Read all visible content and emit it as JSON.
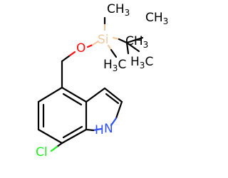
{
  "structure": {
    "labels": {
      "o": "O",
      "si": "Si",
      "n_h": "H",
      "n": "N",
      "cl": "Cl",
      "ch3_top_c": "CH",
      "ch3_top_n": "3",
      "ch3_right_c": "CH",
      "ch3_right_n": "3",
      "ch3_a_c": "H",
      "ch3_a_n": "3",
      "ch3_a_c2": "C",
      "ch3_b_c": "H",
      "ch3_b_n": "3",
      "ch3_b_c2": "C",
      "ch3_c_c": "CH",
      "ch3_c_n": "3"
    },
    "colors": {
      "o": "#ff0d0d",
      "si": "#f0c8a0",
      "n": "#3050f8",
      "cl": "#1ff01f",
      "c": "#000000"
    }
  }
}
